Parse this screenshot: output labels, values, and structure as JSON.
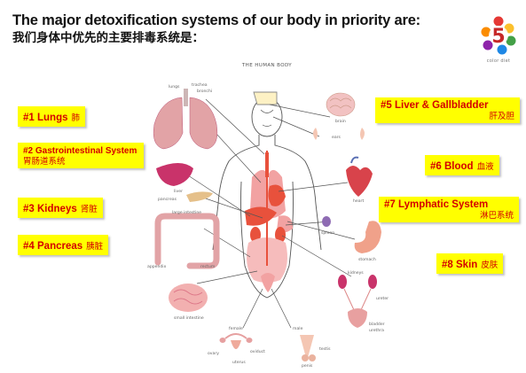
{
  "heading": {
    "line_en": "The major detoxification systems of our body in priority are:",
    "line_zh": "我们身体中优先的主要排毒系统是："
  },
  "brand": {
    "number": "5",
    "caption": "color diet"
  },
  "diagram": {
    "title": "THE HUMAN BODY",
    "organ_labels": {
      "lungs": "lungs",
      "trachea": "trachea",
      "bronchi": "bronchi",
      "brain": "brain",
      "ears": "ears",
      "liver": "liver",
      "pancreas": "pancreas",
      "large_intestine": "large intestine",
      "appendix": "appendix",
      "rectum": "rectum",
      "small_intestine": "small intestine",
      "heart": "heart",
      "spleen": "spleen",
      "stomach": "stomach",
      "kidneys": "kidneys",
      "ureter": "ureter",
      "bladder": "bladder",
      "urethra": "urethra",
      "female": "female",
      "male": "male",
      "ovary": "ovary",
      "uterus": "uterus",
      "oviduct": "oviduct",
      "testis": "testis",
      "penis": "penis"
    }
  },
  "systems": [
    {
      "rank": "#1",
      "name_en": "Lungs",
      "name_zh": "肺"
    },
    {
      "rank": "#2",
      "name_en": "Gastrointestinal System",
      "name_zh": "胃肠道系统"
    },
    {
      "rank": "#3",
      "name_en": "Kidneys",
      "name_zh": "肾脏"
    },
    {
      "rank": "#4",
      "name_en": "Pancreas",
      "name_zh": "胰脏"
    },
    {
      "rank": "#5",
      "name_en": "Liver & Gallbladder",
      "name_zh": "肝及胆"
    },
    {
      "rank": "#6",
      "name_en": "Blood",
      "name_zh": "血液"
    },
    {
      "rank": "#7",
      "name_en": "Lymphatic System",
      "name_zh": "淋巴系统"
    },
    {
      "rank": "#8",
      "name_en": "Skin",
      "name_zh": "皮肤"
    }
  ],
  "colors": {
    "tag_background": "#ffff00",
    "tag_text": "#d40000",
    "organ_red": "#e8513c",
    "organ_pink": "#f2a2a2"
  }
}
